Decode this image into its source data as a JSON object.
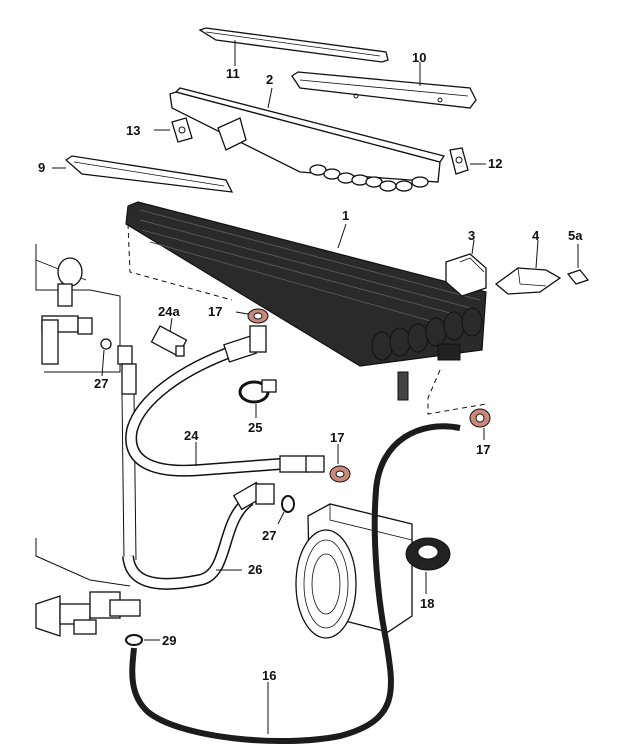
{
  "callouts": {
    "p1": "1",
    "p2": "2",
    "p3": "3",
    "p4": "4",
    "p5a": "5a",
    "p9": "9",
    "p10": "10",
    "p11": "11",
    "p12": "12",
    "p13": "13",
    "p16": "16",
    "p17a": "17",
    "p17b": "17",
    "p17c": "17",
    "p18": "18",
    "p24": "24",
    "p24a": "24a",
    "p25": "25",
    "p26": "26",
    "p27a": "27",
    "p27b": "27",
    "p29": "29"
  },
  "colors": {
    "line": "#111111",
    "condenser": "#2a2a2a",
    "seal": "#c98a7a",
    "hose": "#1c1c1c"
  },
  "icons": {
    "condenser": "condenser-core-icon",
    "fan": "blower-motor-icon",
    "grommet": "rubber-grommet-icon",
    "clamp": "hose-clamp-icon"
  }
}
